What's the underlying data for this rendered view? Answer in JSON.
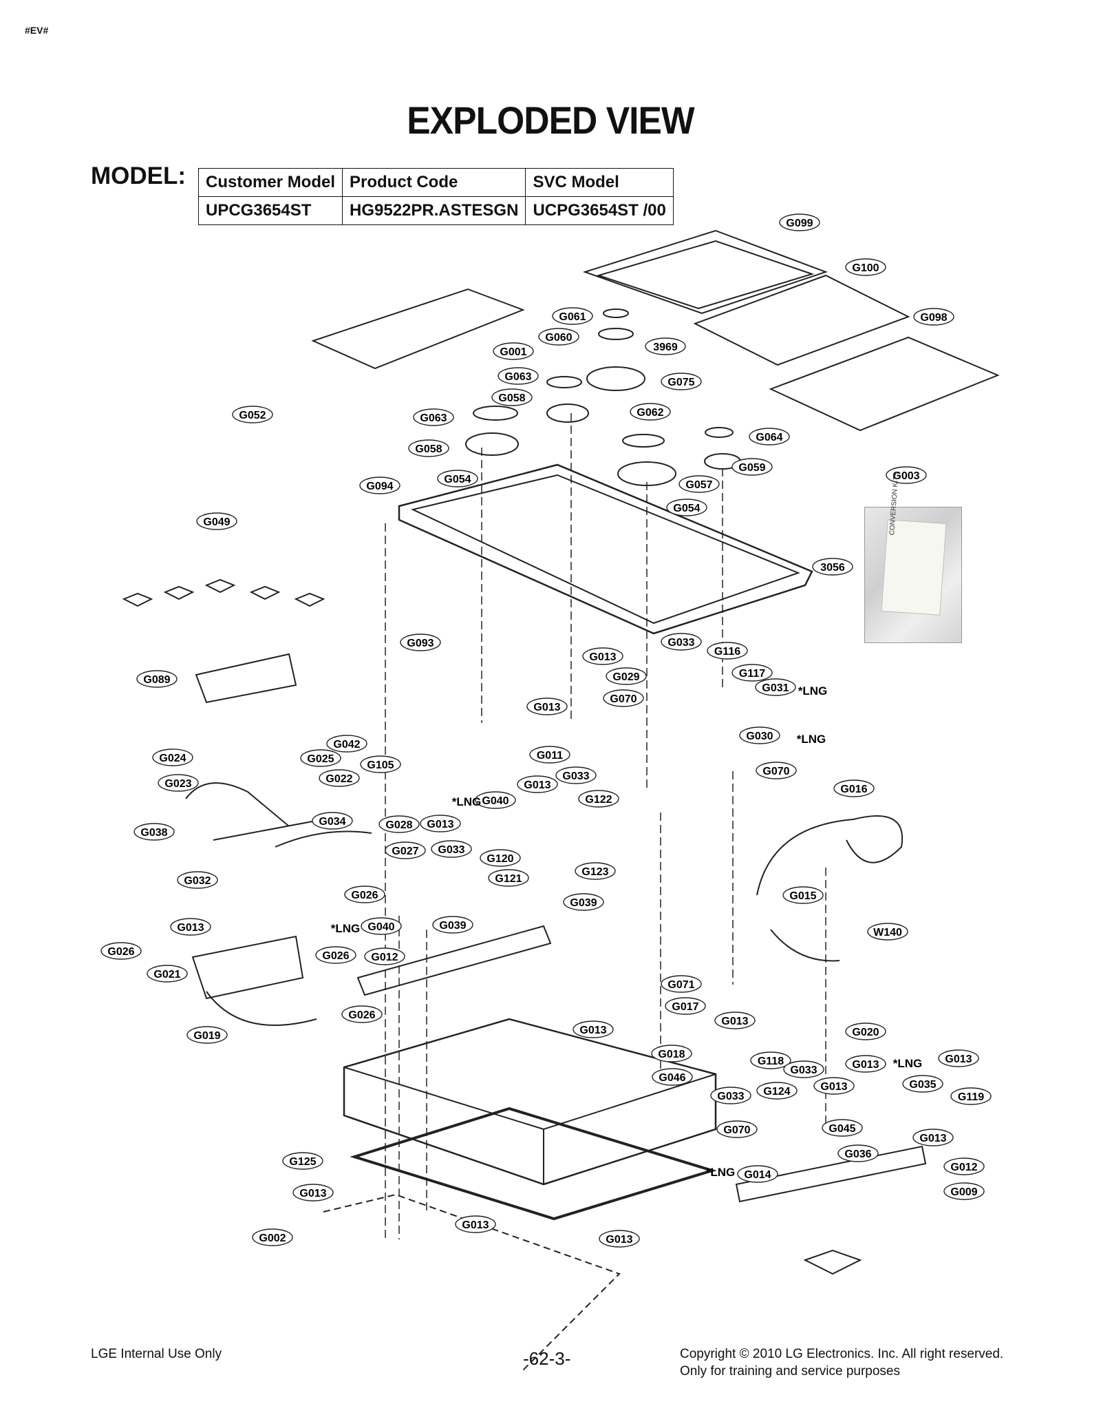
{
  "header_tag": "#EV#",
  "title": "EXPLODED VIEW",
  "model_label": "MODEL:",
  "model_table": {
    "headers": [
      "Customer Model",
      "Product Code",
      "SVC Model"
    ],
    "row": [
      "UPCG3654ST",
      "HG9522PR.ASTESGN",
      "UCPG3654ST /00"
    ]
  },
  "part_labels": [
    "G099",
    "G100",
    "G098",
    "G061",
    "G060",
    "3969",
    "G001",
    "G063",
    "G075",
    "G058",
    "G062",
    "G052",
    "G063",
    "G064",
    "G058",
    "G059",
    "G054",
    "G057",
    "G003",
    "G094",
    "G054",
    "G049",
    "3056",
    "G093",
    "G033",
    "G013",
    "G116",
    "G029",
    "G117",
    "G089",
    "G031",
    "G013",
    "G070",
    "G030",
    "G042",
    "G024",
    "G025",
    "G105",
    "G011",
    "G022",
    "G023",
    "G033",
    "G070",
    "G013",
    "G040",
    "G122",
    "G016",
    "G034",
    "G028",
    "G013",
    "G038",
    "G027",
    "G033",
    "G120",
    "G121",
    "G123",
    "G032",
    "G026",
    "G039",
    "G015",
    "G040",
    "G039",
    "G013",
    "W140",
    "G026",
    "G026",
    "G012",
    "G021",
    "G071",
    "G017",
    "G026",
    "G013",
    "G013",
    "G020",
    "G019",
    "G018",
    "G046",
    "G013",
    "G118",
    "G013",
    "G033",
    "G013",
    "G033",
    "G124",
    "G035",
    "G119",
    "G045",
    "G070",
    "G013",
    "G036",
    "G125",
    "G014",
    "G012",
    "G013",
    "G009",
    "G013",
    "G002",
    "G013"
  ],
  "lng_marks": [
    "*LNG",
    "*LNG",
    "*LNG",
    "*LNG",
    "*LNG",
    "*LNG"
  ],
  "kit_label": "CONVERSION KITS",
  "footer": {
    "left": "LGE Internal Use Only",
    "page": "-62-3-",
    "right_line1": "Copyright © 2010 LG Electronics. Inc. All right reserved.",
    "right_line2": "Only for training and service purposes"
  }
}
